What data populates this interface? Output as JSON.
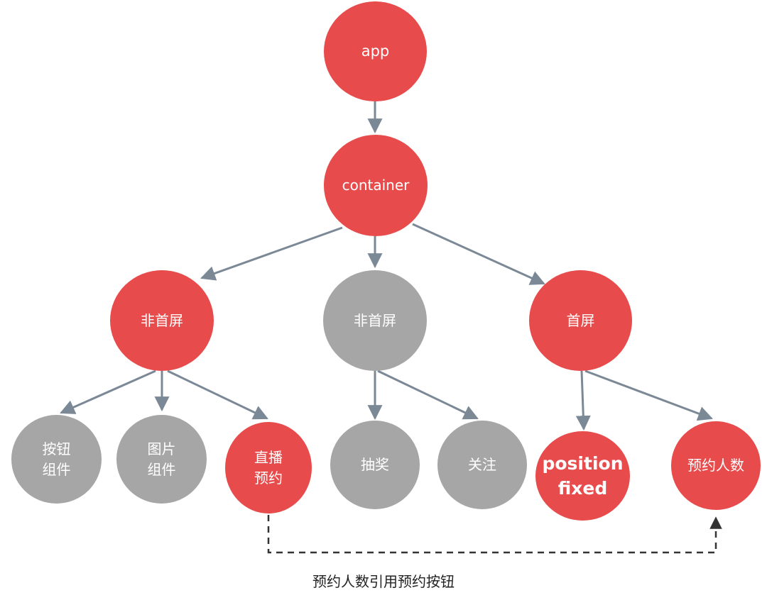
{
  "colors": {
    "active": "#e84b4b",
    "inactive": "#a6a6a6",
    "edge": "#7b8896",
    "dashed_edge": "#333333"
  },
  "nodes": {
    "app": {
      "label": "app",
      "state": "active"
    },
    "container": {
      "label": "container",
      "state": "active"
    },
    "non_first_screen_left": {
      "label": "非首屏",
      "state": "active"
    },
    "non_first_screen_mid": {
      "label": "非首屏",
      "state": "inactive"
    },
    "first_screen": {
      "label": "首屏",
      "state": "active"
    },
    "button_component": {
      "lines": [
        "按钮",
        "组件"
      ],
      "state": "inactive"
    },
    "image_component": {
      "lines": [
        "图片",
        "组件"
      ],
      "state": "inactive"
    },
    "live_reservation": {
      "lines": [
        "直播",
        "预约"
      ],
      "state": "active"
    },
    "lottery": {
      "label": "抽奖",
      "state": "inactive"
    },
    "follow": {
      "label": "关注",
      "state": "inactive"
    },
    "position_fixed": {
      "lines": [
        "position",
        "fixed"
      ],
      "state": "active"
    },
    "reservation_count": {
      "label": "预约人数",
      "state": "active"
    }
  },
  "caption": "预约人数引用预约按钮"
}
